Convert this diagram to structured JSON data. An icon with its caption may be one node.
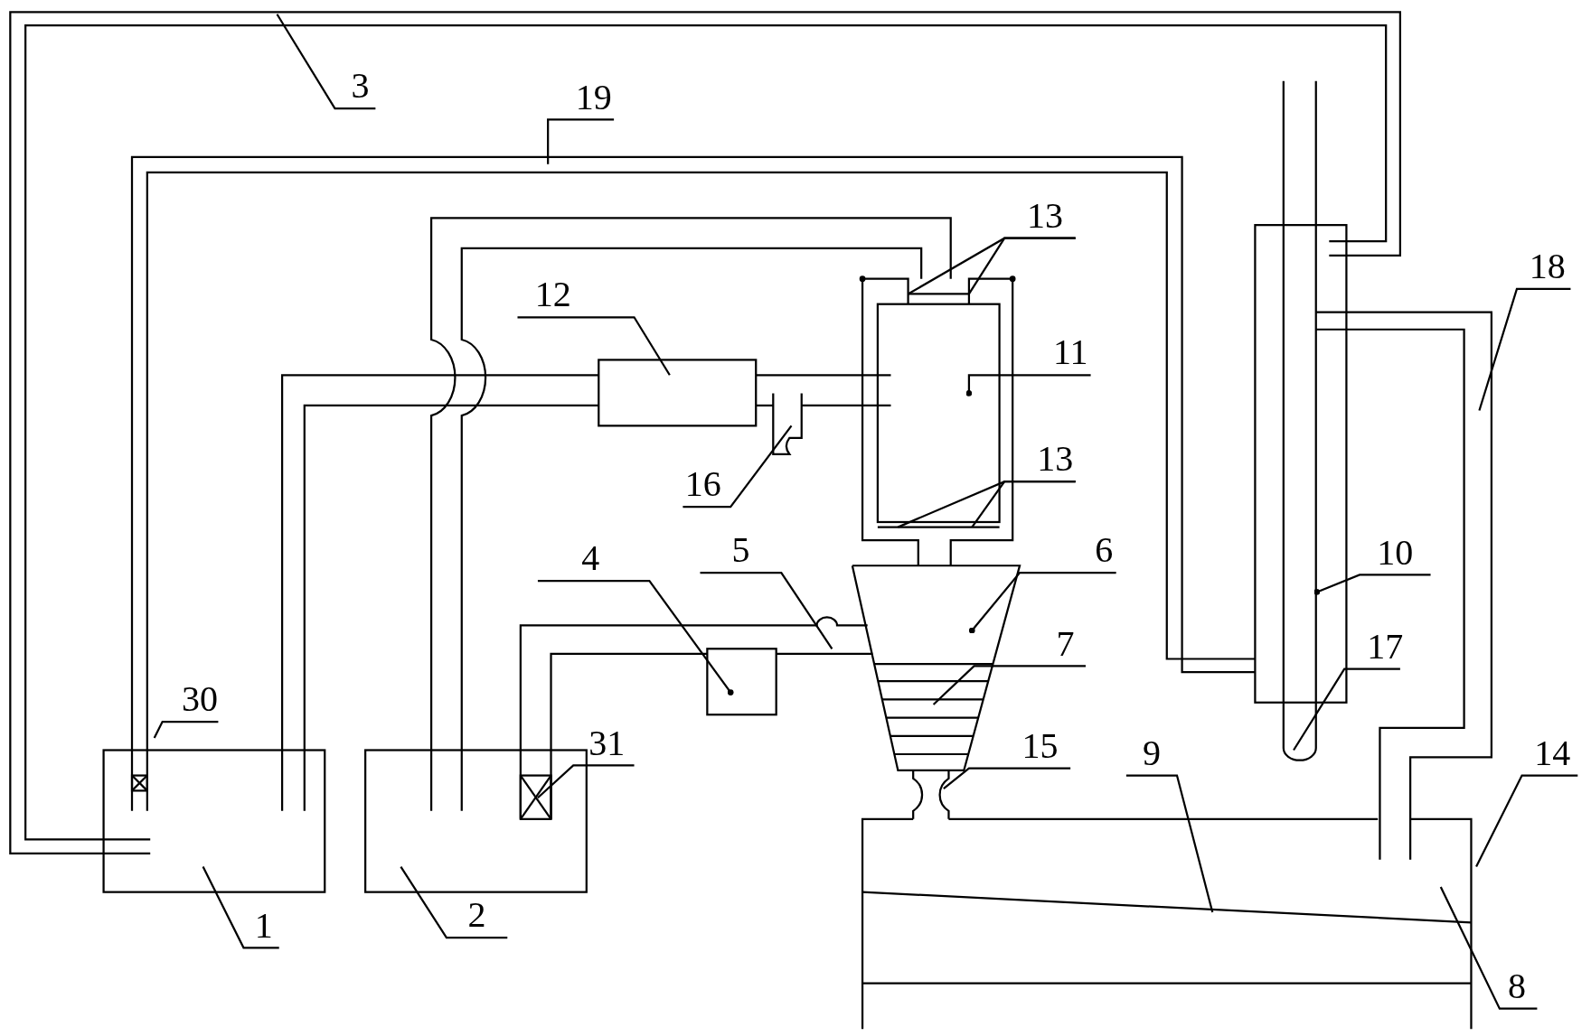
{
  "diagram": {
    "nodes": [
      {
        "text": [
          "3"
        ]
      },
      {
        "text": [
          "19"
        ]
      },
      {
        "text": [
          "13"
        ]
      },
      {
        "text": [
          "12"
        ]
      },
      {
        "text": [
          "11"
        ]
      },
      {
        "text": [
          "13"
        ]
      },
      {
        "text": [
          "16"
        ]
      },
      {
        "text": [
          "4"
        ]
      },
      {
        "text": [
          "5"
        ]
      },
      {
        "text": [
          "6"
        ]
      },
      {
        "text": [
          "7"
        ]
      },
      {
        "text": [
          "10"
        ]
      },
      {
        "text": [
          "17"
        ]
      },
      {
        "text": [
          "18"
        ]
      },
      {
        "text": [
          "30"
        ]
      },
      {
        "text": [
          "31"
        ]
      },
      {
        "text": [
          "15"
        ]
      },
      {
        "text": [
          "9"
        ]
      },
      {
        "text": [
          "14"
        ]
      },
      {
        "text": [
          "1"
        ]
      },
      {
        "text": [
          "2"
        ]
      },
      {
        "text": [
          "8"
        ]
      }
    ],
    "edges": [
      {
        "from": 0,
        "to": null,
        "arrow": "none"
      },
      {
        "from": 1,
        "to": null,
        "arrow": "none"
      },
      {
        "from": 2,
        "to": null,
        "arrow": "none"
      },
      {
        "from": 2,
        "to": null,
        "arrow": "none"
      },
      {
        "from": 3,
        "to": null,
        "arrow": "none"
      },
      {
        "from": 4,
        "to": null,
        "arrow": "other"
      },
      {
        "from": 5,
        "to": null,
        "arrow": "none"
      },
      {
        "from": 5,
        "to": null,
        "arrow": "none"
      },
      {
        "from": 6,
        "to": null,
        "arrow": "none"
      },
      {
        "from": 7,
        "to": null,
        "arrow": "other"
      },
      {
        "from": 8,
        "to": null,
        "arrow": "none"
      },
      {
        "from": 9,
        "to": null,
        "arrow": "other"
      },
      {
        "from": 10,
        "to": null,
        "arrow": "none"
      },
      {
        "from": 11,
        "to": null,
        "arrow": "other"
      },
      {
        "from": 12,
        "to": null,
        "arrow": "none"
      },
      {
        "from": 13,
        "to": null,
        "arrow": "none"
      },
      {
        "from": 14,
        "to": null,
        "arrow": "none"
      },
      {
        "from": 15,
        "to": null,
        "arrow": "none"
      },
      {
        "from": 16,
        "to": null,
        "arrow": "none"
      },
      {
        "from": 17,
        "to": null,
        "arrow": "none"
      },
      {
        "from": 18,
        "to": null,
        "arrow": "none"
      },
      {
        "from": 19,
        "to": null,
        "arrow": "none"
      },
      {
        "from": 20,
        "to": null,
        "arrow": "none"
      },
      {
        "from": 21,
        "to": null,
        "arrow": "none"
      }
    ]
  }
}
